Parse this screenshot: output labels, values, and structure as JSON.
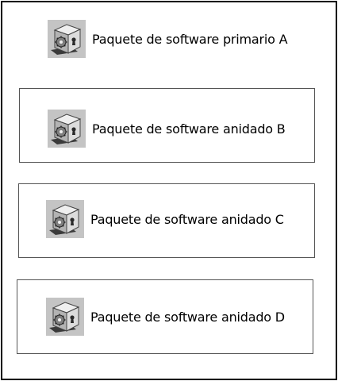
{
  "primary_package": {
    "label": "Paquete de software primario A",
    "icon": "software-package-icon"
  },
  "nested_packages": [
    {
      "label": "Paquete de software anidado B",
      "icon": "software-package-icon"
    },
    {
      "label": "Paquete de software anidado C",
      "icon": "software-package-icon"
    },
    {
      "label": "Paquete de software anidado D",
      "icon": "software-package-icon"
    }
  ]
}
